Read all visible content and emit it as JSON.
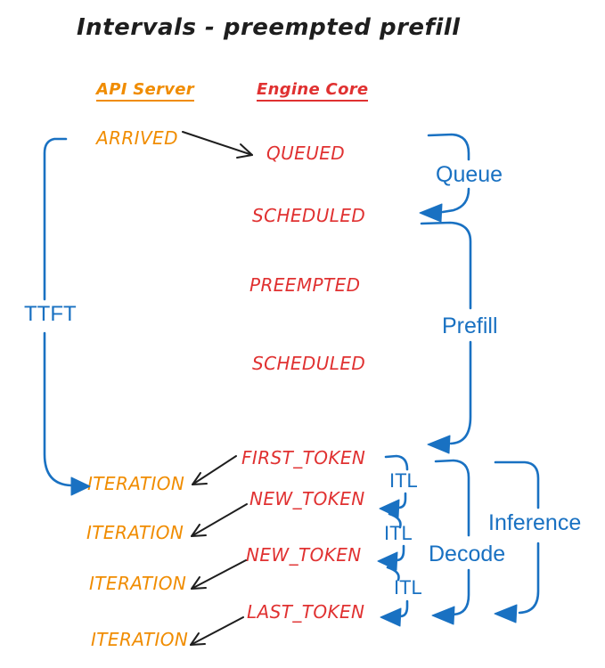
{
  "title": "Intervals - preempted prefill",
  "columns": {
    "api_server": "API Server",
    "engine_core": "Engine Core"
  },
  "events": {
    "arrived": "ARRIVED",
    "queued": "QUEUED",
    "scheduled1": "SCHEDULED",
    "preempted": "PREEMPTED",
    "scheduled2": "SCHEDULED",
    "first_token": "FIRST_TOKEN",
    "new_token1": "NEW_TOKEN",
    "new_token2": "NEW_TOKEN",
    "last_token": "LAST_TOKEN",
    "iteration1": "ITERATION",
    "iteration2": "ITERATION",
    "iteration3": "ITERATION",
    "iteration4": "ITERATION"
  },
  "intervals": {
    "ttft": "TTFT",
    "queue": "Queue",
    "prefill": "Prefill",
    "itl1": "ITL",
    "itl2": "ITL",
    "itl3": "ITL",
    "decode": "Decode",
    "inference": "Inference"
  },
  "colors": {
    "api_server_orange": "#f08c00",
    "engine_core_red": "#e03131",
    "interval_blue": "#1971c2",
    "ink_black": "#1e1e1e",
    "background": "#ffffff"
  }
}
